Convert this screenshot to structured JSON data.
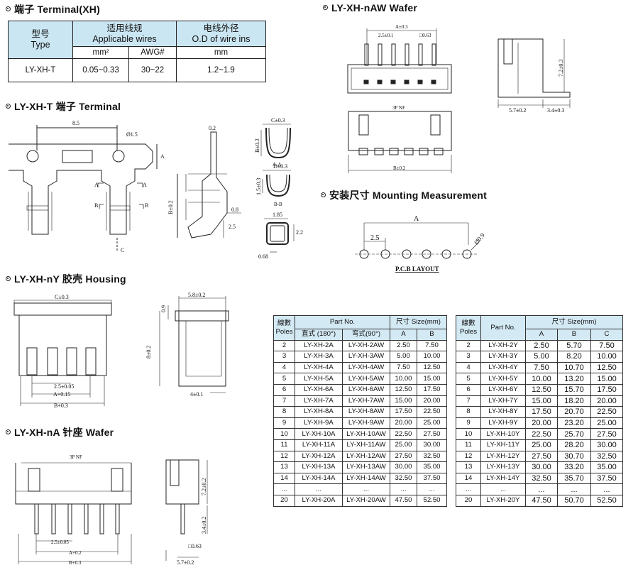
{
  "titles": {
    "terminal_xh": "端子 Terminal(XH)",
    "nAW_wafer": "LY-XH-nAW Wafer",
    "t_terminal": "LY-XH-T 端子 Terminal",
    "mounting": "安装尺寸 Mounting Measurement",
    "housing": "LY-XH-nY 胶壳 Housing",
    "nA_wafer": "LY-XH-nA 针座 Wafer"
  },
  "wires_table": {
    "type_cn": "型号",
    "type_en": "Type",
    "wires_cn": "适用线规",
    "wires_en": "Applicable wires",
    "od_cn": "电线外径",
    "od_en": "O.D of wire ins",
    "unit_mm2": "mm²",
    "unit_awg": "AWG#",
    "unit_mm": "mm",
    "row": {
      "type": "LY-XH-T",
      "mm2": "0.05~0.33",
      "awg": "30~22",
      "od": "1.2~1.9"
    }
  },
  "drawing_labels": {
    "dim_8_5": "8.5",
    "dim_phi1_5": "Ø1.5",
    "dim_A": "A",
    "dim_B": "B",
    "dim_C": "C",
    "dim_0_2": "0.2",
    "dim_0_8": "0.8",
    "dim_2_5": "2.5",
    "dim_B02": "B±0.2",
    "dim_C03": "C±0.3",
    "dim_B03": "B±0.3",
    "dim_D03": "D±0.3",
    "dim_1_5": "1.5±0.3",
    "dim_1_85": "1.85",
    "dim_2_2": "2.2",
    "dim_0_68": "0.68",
    "sec_AA": "A-A",
    "sec_BB": "B-B",
    "w_A03": "A±0.3",
    "w_25": "2.5±0.1",
    "w_sq": "□0.63",
    "w_3P": "3P NF",
    "w_B02": "B±0.2",
    "w_72": "7.2±0.3",
    "w_57": "5.7±0.2",
    "w_34": "3.4±0.3",
    "m_A": "A",
    "m_25": "2.5",
    "m_phi": "Ø0.9",
    "m_pcb": "P.C.B LAYOUT",
    "h_C03": "C±0.3",
    "h_25": "2.5±0.05",
    "h_A15": "A+0.15",
    "h_B03": "B+0.3",
    "h_58": "5.8±0.2",
    "h_09": "0.9",
    "h_802": "8±0.2",
    "h_401": "4±0.1",
    "n_3P": "3P NF",
    "n_25": "2.5±0.05",
    "n_A02": "A+0.2",
    "n_B03": "B+0.3",
    "n_72": "7.2±0.2",
    "n_34": "3.4±0.2",
    "n_sq": "□0.63",
    "n_57": "5.7±0.2"
  },
  "parts_table": {
    "h_poles_cn": "線數",
    "h_poles_en": "Poles",
    "h_partno": "Part No.",
    "h_size": "尺寸 Size(mm)",
    "h_straight": "直式 (180°)",
    "h_angle": "弯式(90°)",
    "h_A": "A",
    "h_B": "B",
    "rows": [
      {
        "p": "2",
        "s": "LY-XH-2A",
        "r": "LY-XH-2AW",
        "a": "2.50",
        "b": "7.50"
      },
      {
        "p": "3",
        "s": "LY-XH-3A",
        "r": "LY-XH-3AW",
        "a": "5.00",
        "b": "10.00"
      },
      {
        "p": "4",
        "s": "LY-XH-4A",
        "r": "LY-XH-4AW",
        "a": "7.50",
        "b": "12.50"
      },
      {
        "p": "5",
        "s": "LY-XH-5A",
        "r": "LY-XH-5AW",
        "a": "10.00",
        "b": "15.00"
      },
      {
        "p": "6",
        "s": "LY-XH-6A",
        "r": "LY-XH-6AW",
        "a": "12.50",
        "b": "17.50"
      },
      {
        "p": "7",
        "s": "LY-XH-7A",
        "r": "LY-XH-7AW",
        "a": "15.00",
        "b": "20.00"
      },
      {
        "p": "8",
        "s": "LY-XH-8A",
        "r": "LY-XH-8AW",
        "a": "17.50",
        "b": "22.50"
      },
      {
        "p": "9",
        "s": "LY-XH-9A",
        "r": "LY-XH-9AW",
        "a": "20.00",
        "b": "25.00"
      },
      {
        "p": "10",
        "s": "LY-XH-10A",
        "r": "LY-XH-10AW",
        "a": "22.50",
        "b": "27.50"
      },
      {
        "p": "11",
        "s": "LY-XH-11A",
        "r": "LY-XH-11AW",
        "a": "25.00",
        "b": "30.00"
      },
      {
        "p": "12",
        "s": "LY-XH-12A",
        "r": "LY-XH-12AW",
        "a": "27.50",
        "b": "32.50"
      },
      {
        "p": "13",
        "s": "LY-XH-13A",
        "r": "LY-XH-13AW",
        "a": "30.00",
        "b": "35.00"
      },
      {
        "p": "14",
        "s": "LY-XH-14A",
        "r": "LY-XH-14AW",
        "a": "32.50",
        "b": "37.50"
      },
      {
        "p": "...",
        "s": "...",
        "r": "...",
        "a": "...",
        "b": "..."
      },
      {
        "p": "20",
        "s": "LY-XH-20A",
        "r": "LY-XH-20AW",
        "a": "47.50",
        "b": "52.50"
      }
    ]
  },
  "housing_table": {
    "h_poles_cn": "線數",
    "h_poles_en": "Poles",
    "h_partno": "Part No.",
    "h_size": "尺寸 Size(mm)",
    "h_A": "A",
    "h_B": "B",
    "h_C": "C",
    "rows": [
      {
        "p": "2",
        "n": "LY-XH-2Y",
        "a": "2.50",
        "b": "5.70",
        "c": "7.50"
      },
      {
        "p": "3",
        "n": "LY-XH-3Y",
        "a": "5.00",
        "b": "8.20",
        "c": "10.00"
      },
      {
        "p": "4",
        "n": "LY-XH-4Y",
        "a": "7.50",
        "b": "10.70",
        "c": "12.50"
      },
      {
        "p": "5",
        "n": "LY-XH-5Y",
        "a": "10.00",
        "b": "13.20",
        "c": "15.00"
      },
      {
        "p": "6",
        "n": "LY-XH-6Y",
        "a": "12.50",
        "b": "15.70",
        "c": "17.50"
      },
      {
        "p": "7",
        "n": "LY-XH-7Y",
        "a": "15.00",
        "b": "18.20",
        "c": "20.00"
      },
      {
        "p": "8",
        "n": "LY-XH-8Y",
        "a": "17.50",
        "b": "20.70",
        "c": "22.50"
      },
      {
        "p": "9",
        "n": "LY-XH-9Y",
        "a": "20.00",
        "b": "23.20",
        "c": "25.00"
      },
      {
        "p": "10",
        "n": "LY-XH-10Y",
        "a": "22.50",
        "b": "25.70",
        "c": "27.50"
      },
      {
        "p": "11",
        "n": "LY-XH-11Y",
        "a": "25.00",
        "b": "28.20",
        "c": "30.00"
      },
      {
        "p": "12",
        "n": "LY-XH-12Y",
        "a": "27.50",
        "b": "30.70",
        "c": "32.50"
      },
      {
        "p": "13",
        "n": "LY-XH-13Y",
        "a": "30.00",
        "b": "33.20",
        "c": "35.00"
      },
      {
        "p": "14",
        "n": "LY-XH-14Y",
        "a": "32.50",
        "b": "35.70",
        "c": "37.50"
      },
      {
        "p": "...",
        "n": "...",
        "a": "...",
        "b": "...",
        "c": "..."
      },
      {
        "p": "20",
        "n": "LY-XH-20Y",
        "a": "47.50",
        "b": "50.70",
        "c": "52.50"
      }
    ]
  }
}
